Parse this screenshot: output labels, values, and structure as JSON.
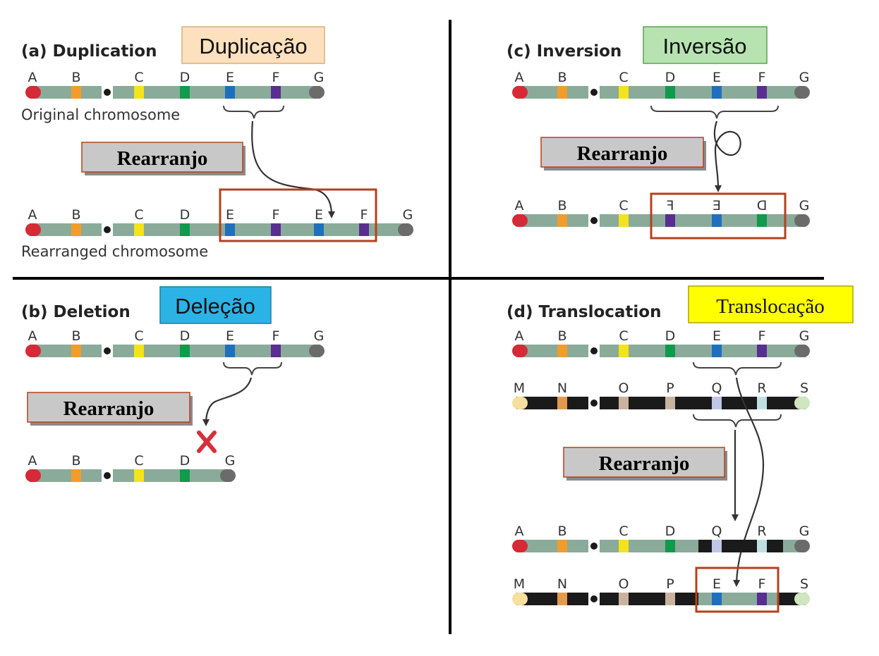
{
  "panels": {
    "a": {
      "title": "(a)  Duplication",
      "pt_label": "Duplicação",
      "pt_color": "#fde0bd",
      "original_bands": [
        "A",
        "B",
        "C",
        "D",
        "E",
        "F",
        "G"
      ],
      "original_caption": "Original chromosome",
      "rearranged_bands": [
        "A",
        "B",
        "C",
        "D",
        "E",
        "F",
        "E",
        "F",
        "G"
      ],
      "rearranged_caption": "Rearranged chromosome"
    },
    "b": {
      "title": "(b)  Deletion",
      "pt_label": "Deleção",
      "pt_color": "#2bb3e6",
      "original_bands": [
        "A",
        "B",
        "C",
        "D",
        "E",
        "F",
        "G"
      ],
      "rearranged_bands": [
        "A",
        "B",
        "C",
        "D",
        "G"
      ]
    },
    "c": {
      "title": "(c)  Inversion",
      "pt_label": "Inversão",
      "pt_color": "#b6e3b0",
      "original_bands": [
        "A",
        "B",
        "C",
        "D",
        "E",
        "F",
        "G"
      ],
      "rearranged_bands": [
        "A",
        "B",
        "C",
        "F",
        "E",
        "D",
        "G"
      ]
    },
    "d": {
      "title": "(d)  Translocation",
      "pt_label": "Translocação",
      "pt_color": "#ffff00",
      "chrom1_bands": [
        "A",
        "B",
        "C",
        "D",
        "E",
        "F",
        "G"
      ],
      "chrom2_bands": [
        "M",
        "N",
        "O",
        "P",
        "Q",
        "R",
        "S"
      ],
      "result1_bands": [
        "A",
        "B",
        "C",
        "D",
        "Q",
        "R",
        "G"
      ],
      "result2_bands": [
        "M",
        "N",
        "O",
        "P",
        "E",
        "F",
        "S"
      ]
    }
  },
  "rearrange_label": "Rearranjo",
  "colors": {
    "chrom_grey": "#8aab9a",
    "chrom_black": "#1a1a1a",
    "highlight_box": "#b5401c",
    "cross": "#d6303c"
  },
  "band_colors": {
    "A": "#d62a36",
    "B": "#f29c2b",
    "C": "#f3e31a",
    "D": "#0f9a4c",
    "E": "#1f6fbf",
    "F": "#5a2d91",
    "G": "#6b6b6b",
    "M": "#f7dfa0",
    "N": "#e39a4a",
    "O": "#c9b39e",
    "P": "#c9b39e",
    "Q": "#bfc6e6",
    "R": "#bfe0e0",
    "S": "#cfe6bf"
  }
}
